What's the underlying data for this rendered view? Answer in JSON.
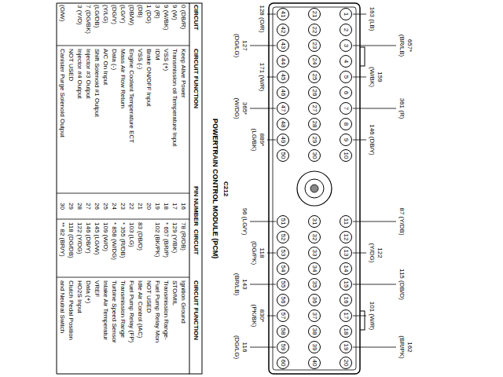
{
  "diagram": {
    "title": "POWERTRAIN CONTROL MODULE (PCM)",
    "nodes": [
      {
        "text": [
          "1"
        ]
      },
      {
        "text": [
          "2"
        ]
      },
      {
        "text": [
          "3"
        ]
      },
      {
        "text": [
          "4"
        ]
      },
      {
        "text": [
          "5"
        ]
      },
      {
        "text": [
          "6"
        ]
      },
      {
        "text": [
          "7"
        ]
      },
      {
        "text": [
          "8"
        ]
      },
      {
        "text": [
          "9"
        ]
      },
      {
        "text": [
          "10"
        ]
      },
      {
        "text": [
          "11"
        ]
      },
      {
        "text": [
          "12"
        ]
      },
      {
        "text": [
          "13"
        ]
      },
      {
        "text": [
          "14"
        ]
      },
      {
        "text": [
          "15"
        ]
      },
      {
        "text": [
          "16"
        ]
      },
      {
        "text": [
          "17"
        ]
      },
      {
        "text": [
          "18"
        ]
      },
      {
        "text": [
          "19"
        ]
      },
      {
        "text": [
          "20"
        ]
      },
      {
        "text": [
          "21"
        ]
      },
      {
        "text": [
          "22"
        ]
      },
      {
        "text": [
          "23"
        ]
      },
      {
        "text": [
          "24"
        ]
      },
      {
        "text": [
          "25"
        ]
      },
      {
        "text": [
          "26"
        ]
      },
      {
        "text": [
          "27"
        ]
      },
      {
        "text": [
          "28"
        ]
      },
      {
        "text": [
          "29"
        ]
      },
      {
        "text": [
          "30"
        ]
      },
      {
        "text": [
          "31"
        ]
      },
      {
        "text": [
          "32"
        ]
      },
      {
        "text": [
          "33"
        ]
      },
      {
        "text": [
          "34"
        ]
      },
      {
        "text": [
          "35"
        ]
      },
      {
        "text": [
          "36"
        ]
      },
      {
        "text": [
          "37"
        ]
      },
      {
        "text": [
          "38"
        ]
      },
      {
        "text": [
          "39"
        ]
      },
      {
        "text": [
          "40"
        ]
      },
      {
        "text": [
          "41"
        ]
      },
      {
        "text": [
          "42"
        ]
      },
      {
        "text": [
          "43"
        ]
      },
      {
        "text": [
          "44"
        ]
      },
      {
        "text": [
          "45"
        ]
      },
      {
        "text": [
          "46"
        ]
      },
      {
        "text": [
          "47"
        ]
      },
      {
        "text": [
          "48"
        ]
      },
      {
        "text": [
          "49"
        ]
      },
      {
        "text": [
          "50"
        ]
      },
      {
        "text": [
          "51"
        ]
      },
      {
        "text": [
          "52"
        ]
      },
      {
        "text": [
          "53"
        ]
      },
      {
        "text": [
          "54"
        ]
      },
      {
        "text": [
          "55"
        ]
      },
      {
        "text": [
          "56"
        ]
      },
      {
        "text": [
          "57"
        ]
      },
      {
        "text": [
          "58"
        ]
      },
      {
        "text": [
          "59"
        ]
      },
      {
        "text": [
          "60"
        ]
      }
    ],
    "labels": [
      "C212",
      "CIRCUIT",
      "CIRCUIT FUNCTION",
      "PIN NUMBER",
      "CIRCUIT",
      "CIRCUIT FUNCTION",
      "0 (DB/R)",
      "9 (W)",
      "9 (W/BK)",
      "3 (R)",
      "1 (DG)",
      "(DB)",
      "(DB/W)",
      "(LG/Y)",
      "(DG/Y)",
      "(Y/LG)",
      "(LG/DB)",
      "7 (DG/BK)",
      "3 (Y/O)",
      "(O/W)",
      "Keep Alive Power",
      "Transmission oil Temperature Input",
      "VSS (+)",
      "IDM",
      "Brake ON/OFF Input",
      "VSS (-)",
      "Engine Coolant Temperature ECT",
      "Mass Air Flow Return",
      "Data (-)",
      "A/C On Input",
      "Shift Solenoid #1 Output",
      "Injector #3 Output",
      "Injector #4 Output",
      "NOT USED",
      "Canister Purge Solenoid Output",
      "16",
      "17",
      "18",
      "19",
      "20",
      "21",
      "22",
      "23",
      "24",
      "25",
      "26",
      "27",
      "28",
      "29",
      "30",
      "78 (R/OB)",
      "129 (Y/BK)",
      "* 657 (BR/P)",
      "102 (BK/PK)",
      "83 (DB/O)",
      "103 (LG)",
      "* 355 (R/DB)",
      "* 858 (W/DG)",
      "109 (W/O)",
      "145 (LG/W)",
      "146 (DB/Y)",
      "122 (Y/DG)",
      "118 (DG/DB)",
      "** 82 (BR/Y)",
      "Ignition Ground",
      "STO/MIL",
      "Transmission Range-",
      "Fuel Pump Relay Mon",
      "NOT USED",
      "Idle Air Control (IAC)",
      "Fuel Pump Relay (FP)",
      "Transmission Range",
      "Turbine Speed Sensor",
      "Intake Air Temperatur",
      "VREF",
      "Data (+)",
      "HO2S Input",
      "Clutch Pedal Position",
      "and Neutral Switch",
      "163 (LB)",
      "657* (BR/LB)",
      "159 (W/BK)",
      "361 (R)",
      "146 (DB/Y)",
      "87 (Y/DB)",
      "122 (Y/DG)",
      "115 (DB/O)",
      "101 (W/R)",
      "162 (BR/PK)",
      "128 (O/R)",
      "127 (DG/LG)",
      "171 (W/R)",
      "365* (W/DG)",
      "889* (LG/BK)",
      "96 (LG/Y)",
      "118 (DG/PK)",
      "143 (BR/LB)",
      "830* (PK/BK)",
      "116 (DG/LG)"
    ]
  }
}
